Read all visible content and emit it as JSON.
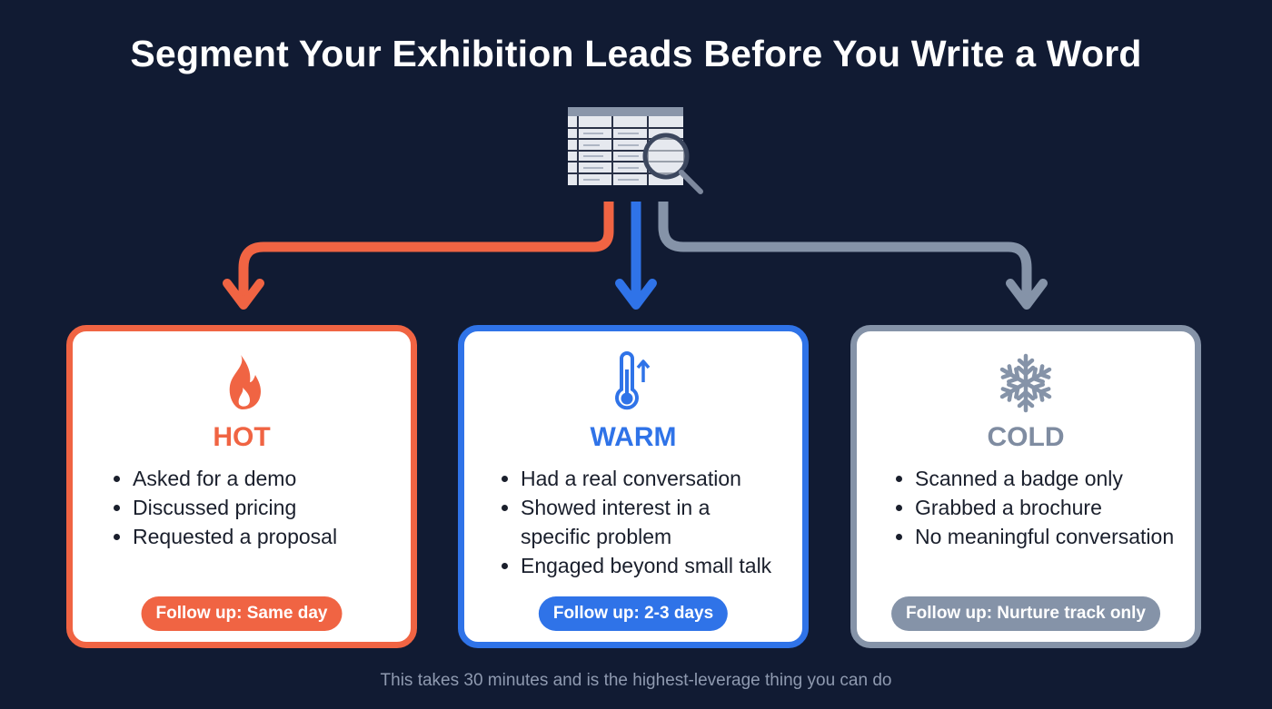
{
  "title": "Segment Your Exhibition Leads Before You Write a Word",
  "header_icon": "spreadsheet-with-magnifier-icon",
  "colors": {
    "background": "#111b33",
    "hot": "#f06443",
    "warm": "#2f73e8",
    "cold": "#8593a8"
  },
  "segments": [
    {
      "key": "hot",
      "icon": "flame-icon",
      "label": "HOT",
      "items": [
        "Asked for a demo",
        "Discussed pricing",
        "Requested a proposal"
      ],
      "follow_up": "Follow up: Same day"
    },
    {
      "key": "warm",
      "icon": "thermometer-rising-icon",
      "label": "WARM",
      "items": [
        "Had a real conversation",
        "Showed interest in a specific problem",
        "Engaged beyond small talk"
      ],
      "follow_up": "Follow up: 2-3 days"
    },
    {
      "key": "cold",
      "icon": "snowflake-icon",
      "label": "COLD",
      "items": [
        "Scanned a badge only",
        "Grabbed a brochure",
        "No meaningful conversation"
      ],
      "follow_up": "Follow up: Nurture track only"
    }
  ],
  "footer": "This takes 30 minutes and is the highest-leverage thing you can do"
}
